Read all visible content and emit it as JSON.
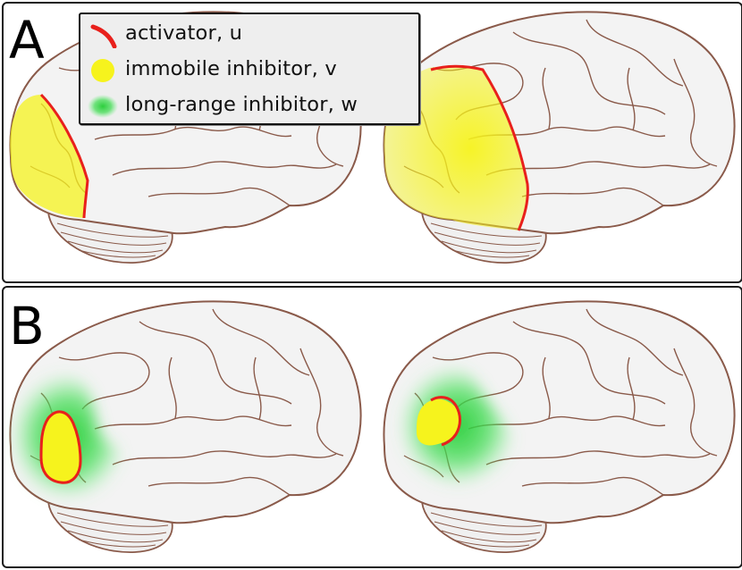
{
  "panels": {
    "a": {
      "letter": "A"
    },
    "b": {
      "letter": "B"
    }
  },
  "legend": {
    "items": [
      {
        "label": "activator, u",
        "swatch": "red-curve",
        "color": "#e8201c"
      },
      {
        "label": "immobile inhibitor, v",
        "swatch": "yellow-dot",
        "color": "#f6f31d"
      },
      {
        "label": "long-range inhibitor, w",
        "swatch": "green-blur",
        "color": "#22cc33"
      }
    ]
  },
  "colors": {
    "brain_fill": "#f3f3f3",
    "brain_outline": "#8a5a4a",
    "activator": "#e8201c",
    "immobile_inhibitor": "#f6f31d",
    "long_range_inhibitor": "#22cc33",
    "panel_border": "#1a1a1a"
  }
}
